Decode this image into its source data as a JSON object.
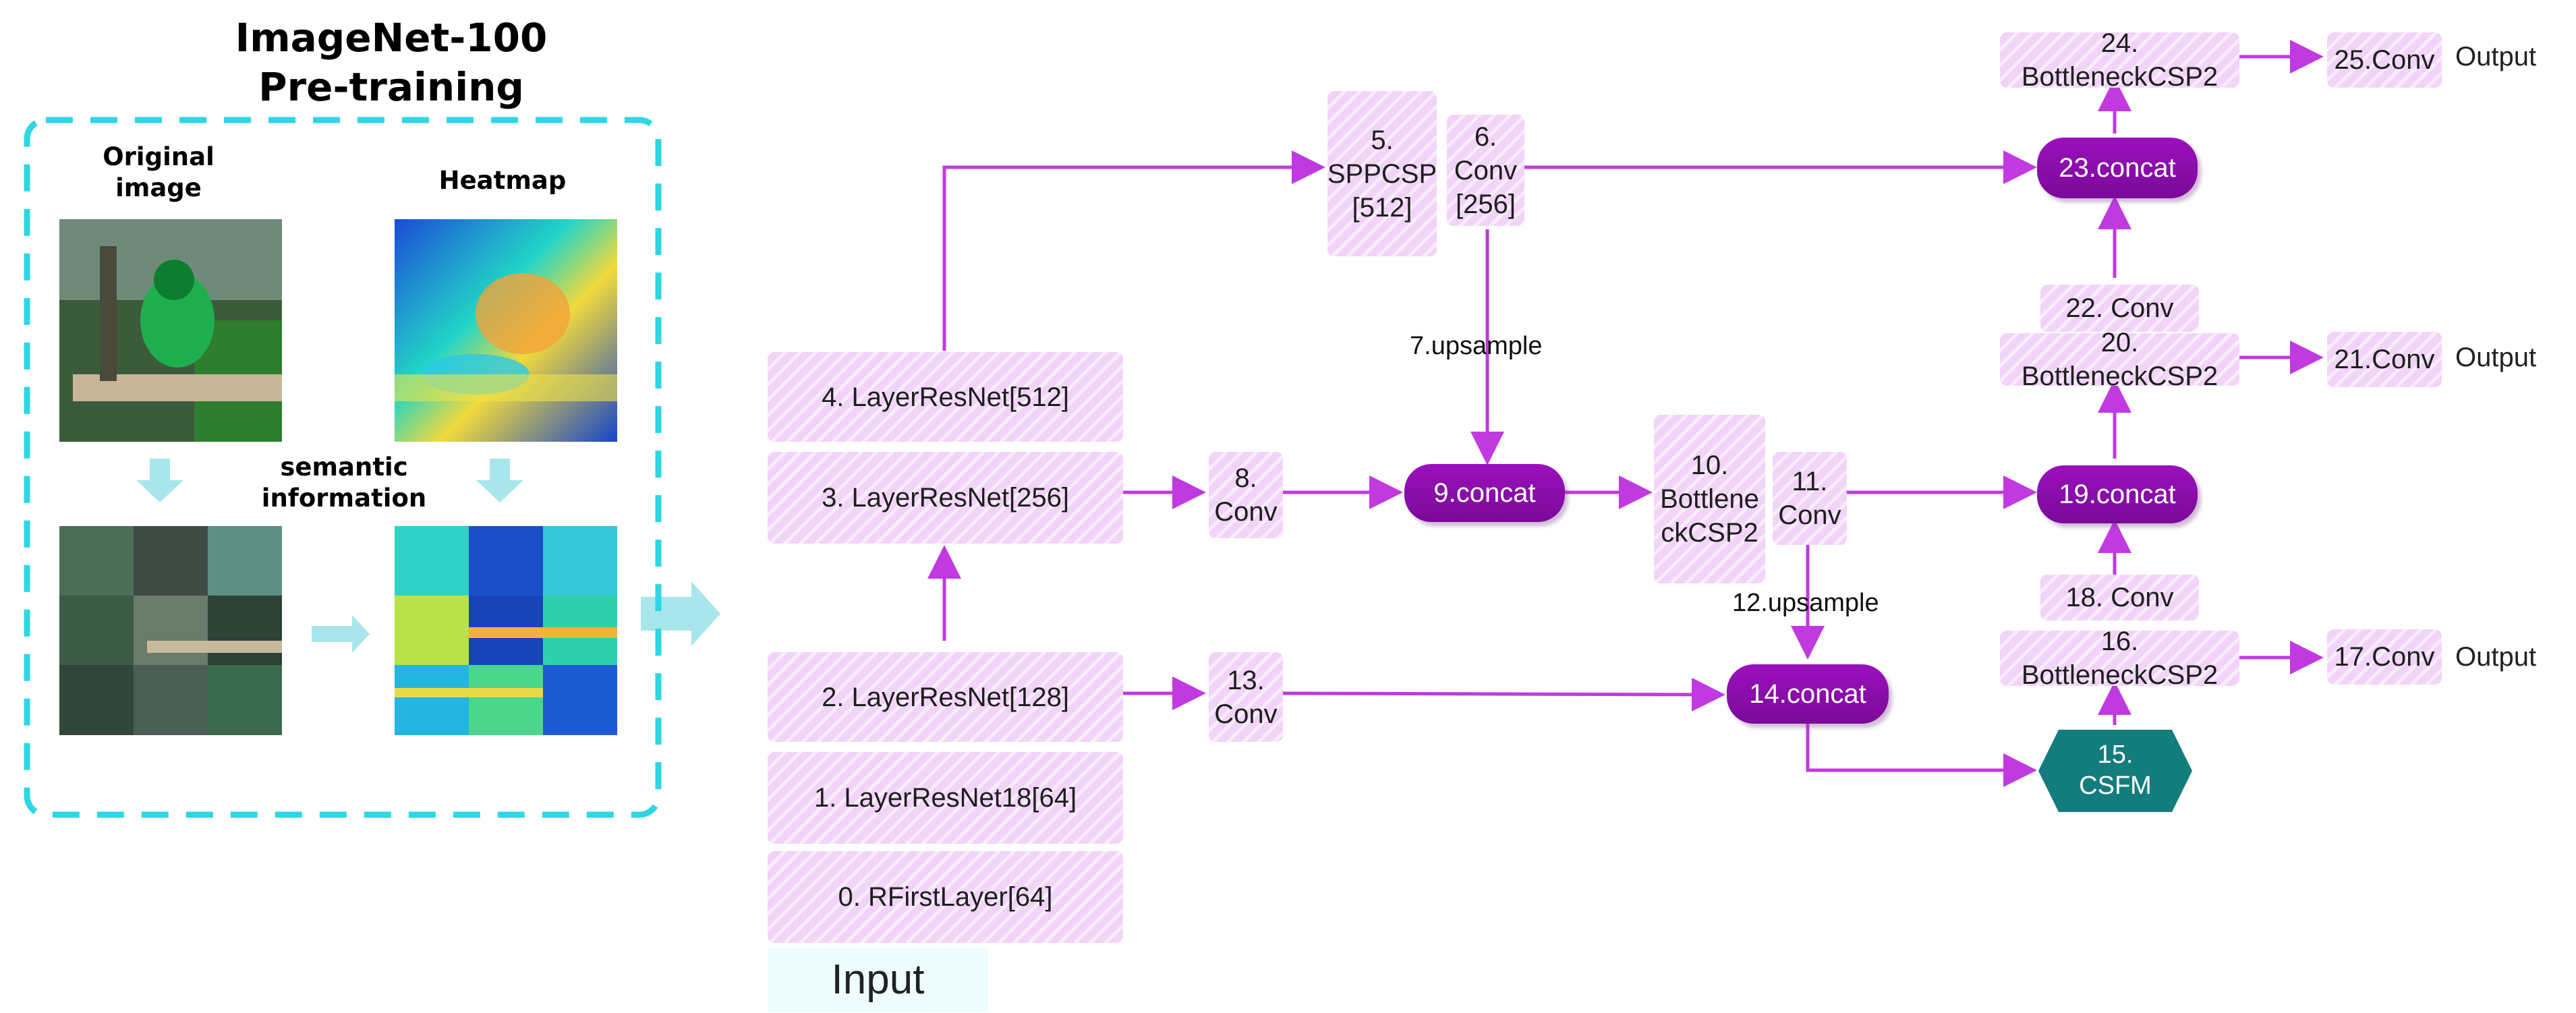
{
  "pretraining": {
    "title": "ImageNet-100\nPre-training",
    "original_label": "Original\nimage",
    "heatmap_label": "Heatmap",
    "semantic_label": "semantic\ninformation"
  },
  "backbone": [
    {
      "id": "b4",
      "label": "4. LayerResNet[512]"
    },
    {
      "id": "b3",
      "label": "3. LayerResNet[256]"
    },
    {
      "id": "b2",
      "label": "2. LayerResNet[128]"
    },
    {
      "id": "b1",
      "label": "1. LayerResNet18[64]"
    },
    {
      "id": "b0",
      "label": "0. RFirstLayer[64]"
    }
  ],
  "input_label": "Input",
  "blocks": {
    "n5": "5.\nSPPCSP\n[512]",
    "n6": "6.\nConv\n[256]",
    "n8": "8.\nConv",
    "n10": "10.\nBottlene\nckCSP2",
    "n11": "11.\nConv",
    "n13": "13.\nConv",
    "n16": "16. BottleneckCSP2",
    "n17": "17.Conv",
    "n18": "18. Conv",
    "n20": "20. BottleneckCSP2",
    "n21": "21.Conv",
    "n22": "22. Conv",
    "n24": "24. BottleneckCSP2",
    "n25": "25.Conv"
  },
  "concats": {
    "c9": "9.concat",
    "c14": "14.concat",
    "c19": "19.concat",
    "c23": "23.concat"
  },
  "csfm": "15.\nCSFM",
  "edge_labels": {
    "up7": "7.upsample",
    "up12": "12.upsample"
  },
  "outputs": [
    "Output",
    "Output",
    "Output"
  ],
  "colors": {
    "arrow": "#c03ae0",
    "concat": "#8a0caa",
    "csfm": "#127d7c",
    "box": "#f1d4f8",
    "dashed_frame": "#2fd6e3"
  }
}
